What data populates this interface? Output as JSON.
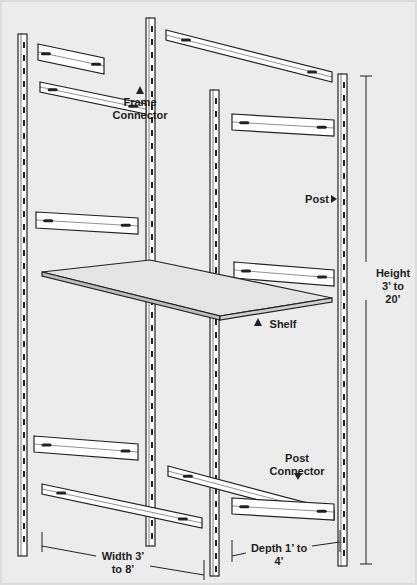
{
  "diagram": {
    "labels": [
      "Frame Connector",
      "Post",
      "Shelf",
      "Height 3’ to 20’",
      "Post Connector",
      "Width 3’ to 8’",
      "Depth 1’ to 4’"
    ]
  }
}
